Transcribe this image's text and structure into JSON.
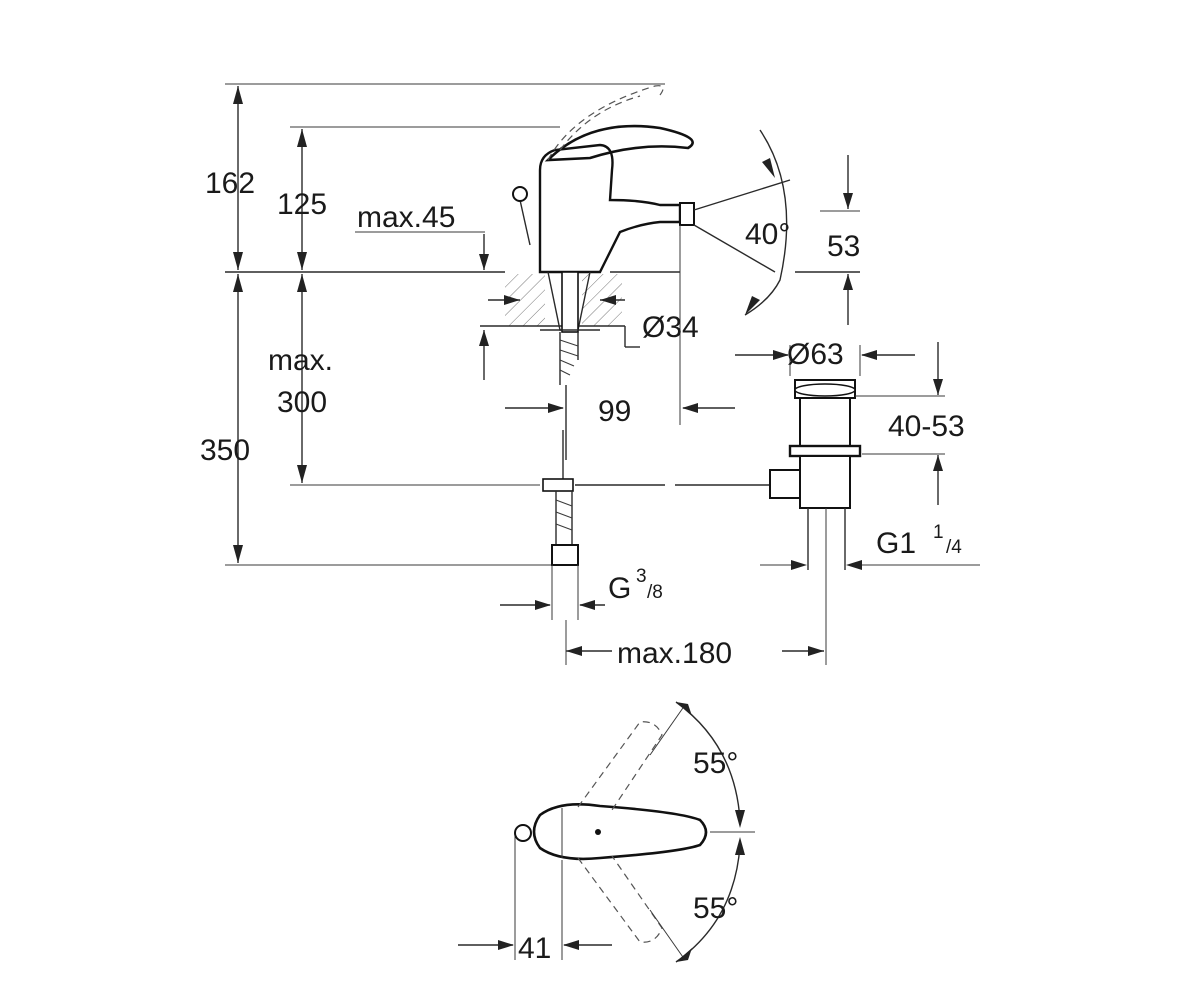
{
  "diagram": {
    "side_view": {
      "dimensions": {
        "overall_height": "162",
        "lever_height": "125",
        "deck_thickness": "max.45",
        "spout_rotation_angle": "40°",
        "spout_height": "53",
        "mount_hole_diameter": "Ø34",
        "waste_diameter": "Ø63",
        "waste_height_range": "40-53",
        "below_deck_max_label": "max.",
        "below_deck_max_value": "300",
        "below_deck_total": "350",
        "spout_reach": "99",
        "supply_connection_main": "G",
        "supply_connection_num": "3",
        "supply_connection_den": "/8",
        "waste_connection_main": "G1",
        "waste_connection_num": "1",
        "waste_connection_den": "/4",
        "waste_offset": "max.180"
      }
    },
    "top_view": {
      "dimensions": {
        "lever_angle_rear": "55°",
        "lever_angle_front": "55°",
        "lever_offset": "41"
      }
    }
  }
}
